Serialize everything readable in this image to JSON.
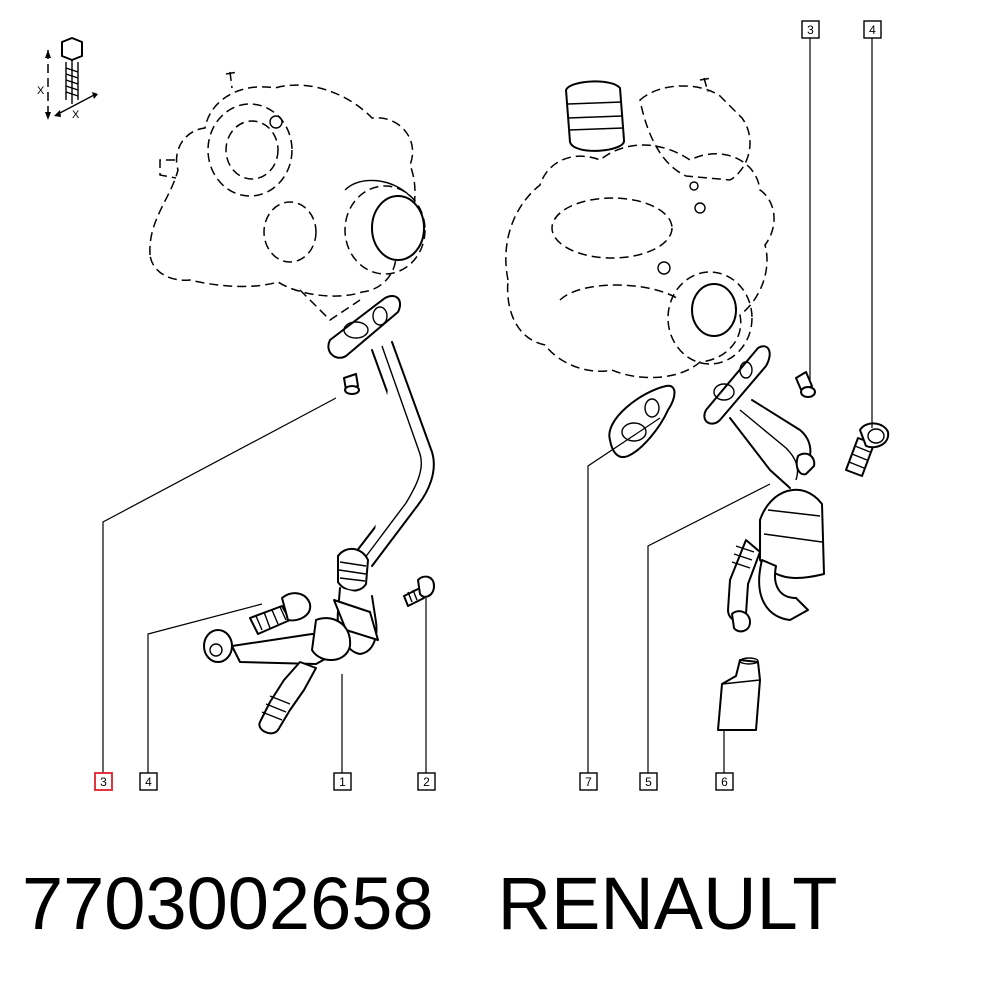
{
  "diagram": {
    "torque_symbol_label": "X",
    "callouts_left": [
      "3",
      "4",
      "1",
      "2"
    ],
    "callouts_right_top": [
      "3",
      "4"
    ],
    "callouts_right_bottom": [
      "7",
      "5",
      "6"
    ],
    "selected_callout": "3"
  },
  "footer": {
    "part_number": "7703002658",
    "brand": "RENAULT"
  },
  "colors": {
    "line": "#000000",
    "selected_callout_border": "#e0202a",
    "background": "#ffffff"
  }
}
